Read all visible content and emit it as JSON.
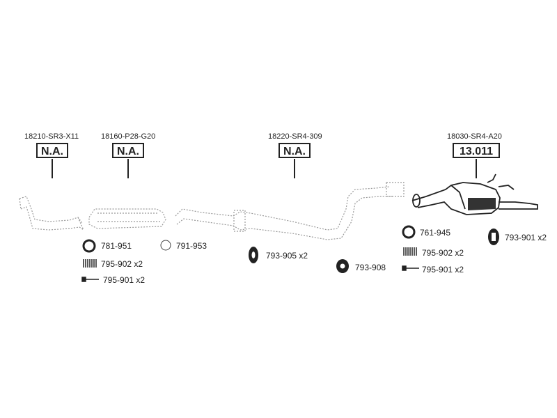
{
  "sections": [
    {
      "oe": "18210-SR3-X11",
      "box": "N.A."
    },
    {
      "oe": "18160-P28-G20",
      "box": "N.A."
    },
    {
      "oe": "18220-SR4-309",
      "box": "N.A."
    },
    {
      "oe": "18030-SR4-A20",
      "box": "13.011"
    }
  ],
  "parts": {
    "p781951": "781-951",
    "p791953": "791-953",
    "p795902a": "795-902 x2",
    "p795901a": "795-901 x2",
    "p793905": "793-905 x2",
    "p793908": "793-908",
    "p761945": "761-945",
    "p795902b": "795-902 x2",
    "p795901b": "795-901 x2",
    "p793901": "793-901 x2"
  }
}
